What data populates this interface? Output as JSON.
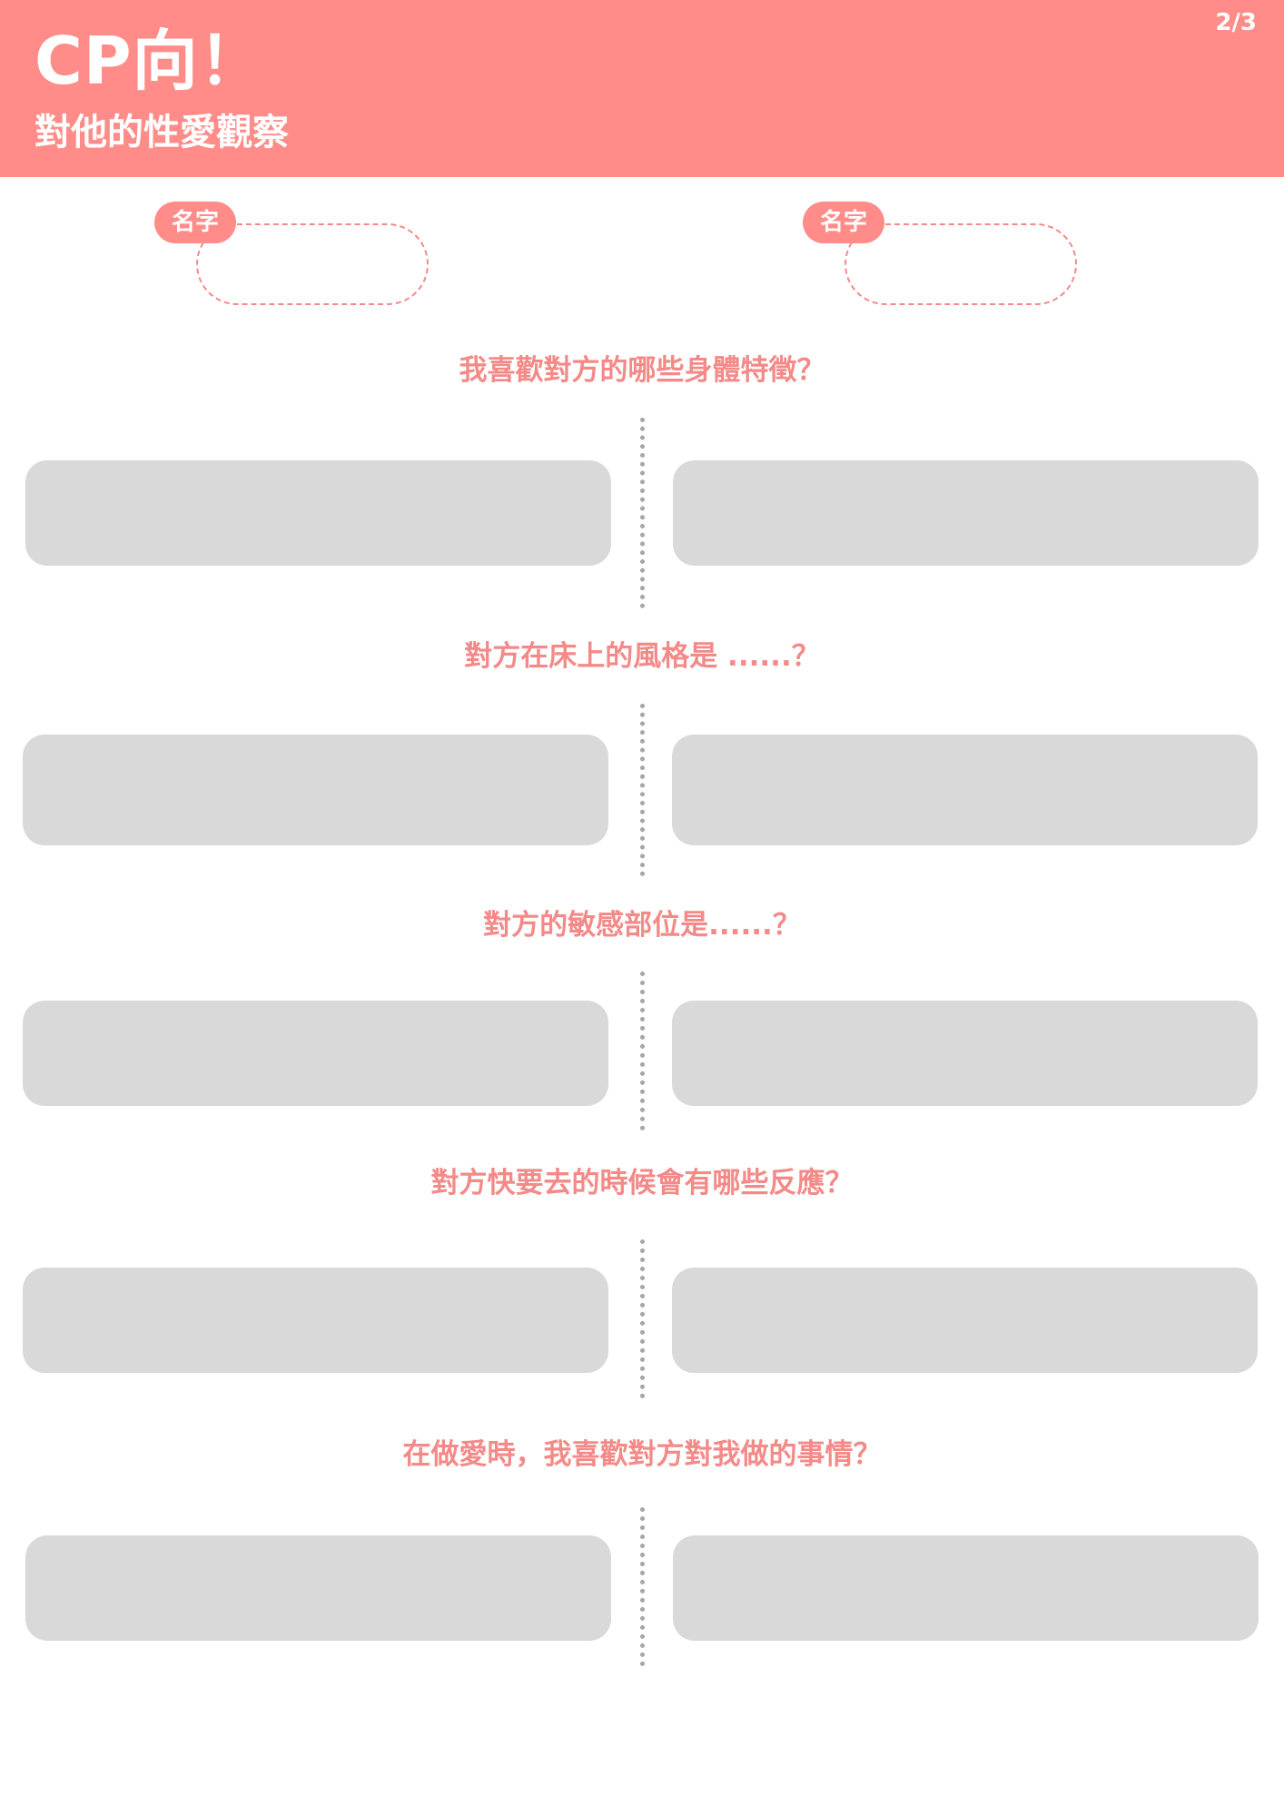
{
  "header": {
    "title": "CP向！",
    "subtitle": "對他的性愛觀察",
    "page_number": "2/3",
    "background_color": "#ff8c89"
  },
  "name_fields": [
    {
      "tag_label": "名字",
      "value": ""
    },
    {
      "tag_label": "名字",
      "value": ""
    }
  ],
  "questions": [
    {
      "text": "我喜歡對方的哪些身體特徵？",
      "answers": [
        "",
        ""
      ]
    },
    {
      "text": "對方在床上的風格是 ......？",
      "answers": [
        "",
        ""
      ]
    },
    {
      "text": "對方的敏感部位是......？",
      "answers": [
        "",
        ""
      ]
    },
    {
      "text": "對方快要去的時候會有哪些反應？",
      "answers": [
        "",
        ""
      ]
    },
    {
      "text": "在做愛時，我喜歡對方對我做的事情？",
      "answers": [
        "",
        ""
      ]
    }
  ],
  "colors": {
    "accent": "#ff8c89",
    "question_text": "#f48a88",
    "answer_box": "#d9d9d9",
    "divider": "#a6a6a6"
  }
}
